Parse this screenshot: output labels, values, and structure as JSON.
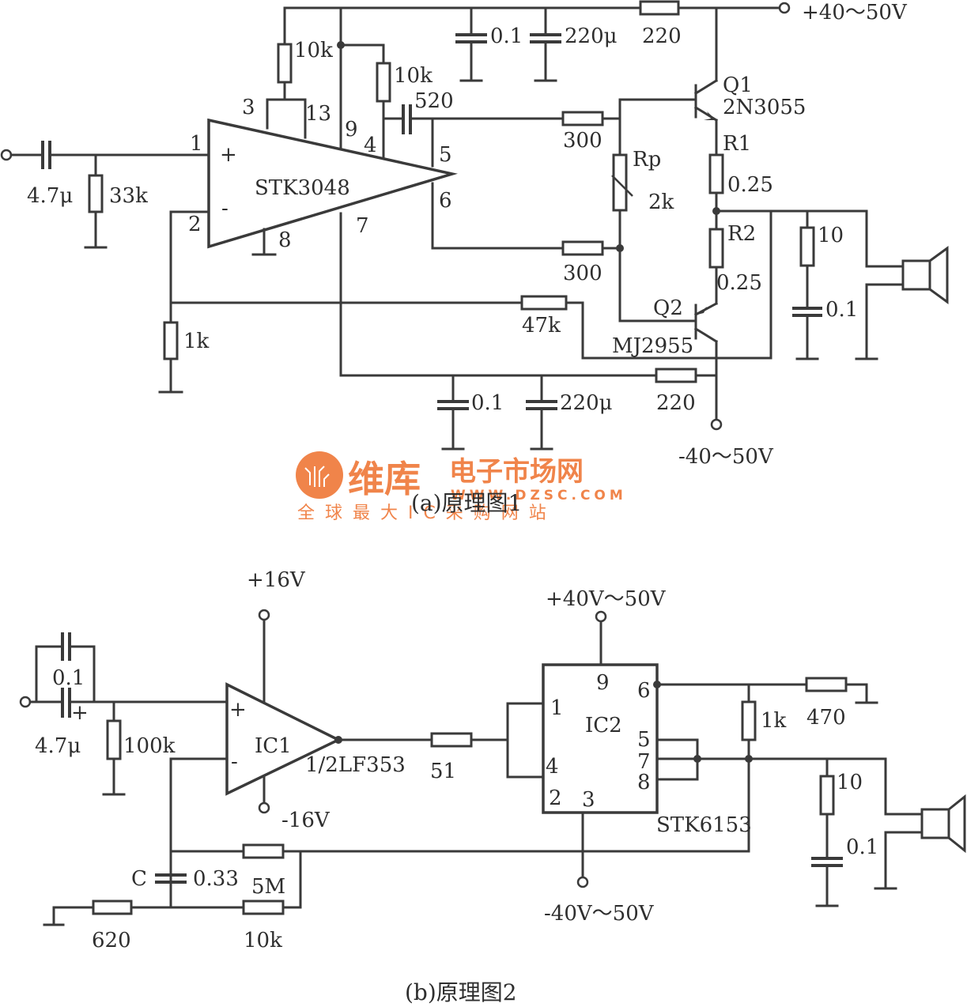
{
  "diagram_a": {
    "caption": "(a)原理图1",
    "ic": {
      "name": "STK3048",
      "plus": "+",
      "minus": "-"
    },
    "pins": {
      "p1": "1",
      "p2": "2",
      "p3": "3",
      "p13": "13",
      "p9": "9",
      "p4": "4",
      "p5": "5",
      "p6": "6",
      "p7": "7",
      "p8": "8"
    },
    "components": {
      "c_in": "4.7μ",
      "r_in": "33k",
      "r_top1": "10k",
      "r_top2": "10k",
      "c_boot": "520",
      "c_pos1": "0.1",
      "c_pos2": "220μ",
      "r_pos": "220",
      "r_b1": "300",
      "r_b2": "300",
      "rp_name": "Rp",
      "rp_val": "2k",
      "q1_name": "Q1",
      "q1_part": "2N3055",
      "r1_name": "R1",
      "r1_val": "0.25",
      "r2_name": "R2",
      "r2_val": "0.25",
      "q2_name": "Q2",
      "q2_part": "MJ2955",
      "r_fb": "47k",
      "r_gnd": "1k",
      "c_neg1": "0.1",
      "c_neg2": "220μ",
      "r_neg": "220",
      "r_zob": "10",
      "c_zob": "0.1"
    },
    "supply_pos": "+40～50V",
    "supply_neg": "-40～50V"
  },
  "diagram_b": {
    "caption": "(b)原理图2",
    "ic1": {
      "name": "IC1",
      "part": "1/2LF353",
      "plus": "+",
      "minus": "-"
    },
    "ic2": {
      "name": "IC2",
      "part": "STK6153"
    },
    "pins": {
      "p1": "1",
      "p2": "2",
      "p3": "3",
      "p4": "4",
      "p5": "5",
      "p6": "6",
      "p7": "7",
      "p8": "8",
      "p9": "9"
    },
    "components": {
      "c_par": "0.1",
      "c_in": "4.7μ",
      "c_in_plus": "+",
      "r_in": "100k",
      "r_ser": "51",
      "r_1k": "1k",
      "r_470": "470",
      "r_zob": "10",
      "c_zob": "0.1",
      "c_name": "C",
      "c_val": "0.33",
      "r_5m": "5M",
      "r_10k": "10k",
      "r_620": "620"
    },
    "supply_ic1_pos": "+16V",
    "supply_ic1_neg": "-16V",
    "supply_ic2_pos": "+40V～50V",
    "supply_ic2_neg": "-40V～50V"
  },
  "watermark": {
    "brand": "维库",
    "title": "电子市场网",
    "url": "WWW.DZSC.COM",
    "slogan": "全 球 最 大 I C 采 购 网 站",
    "color": "#f0844a"
  }
}
